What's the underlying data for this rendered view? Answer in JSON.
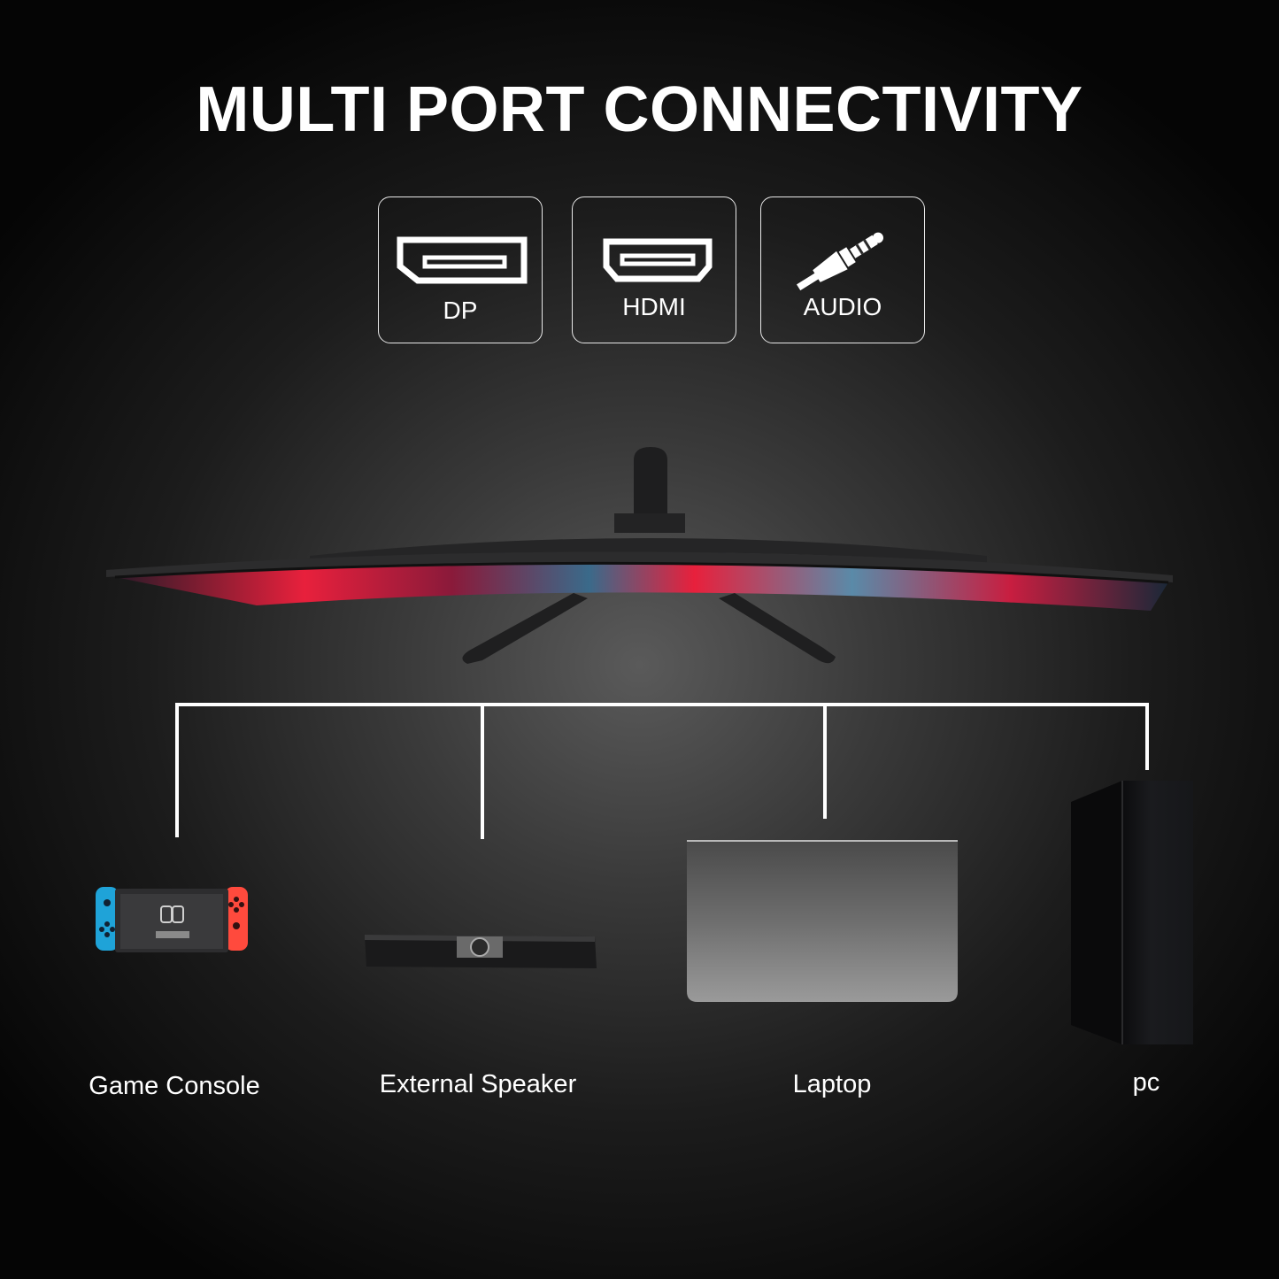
{
  "headline": "MULTI PORT CONNECTIVITY",
  "ports": [
    {
      "label": "DP",
      "icon": "displayport-icon"
    },
    {
      "label": "HDMI",
      "icon": "hdmi-icon"
    },
    {
      "label": "AUDIO",
      "icon": "audio-jack-icon"
    }
  ],
  "devices": [
    {
      "label": "Game Console",
      "icon": "game-console-icon"
    },
    {
      "label": "External Speaker",
      "icon": "speaker-icon"
    },
    {
      "label": "Laptop",
      "icon": "laptop-icon"
    },
    {
      "label": "pc",
      "icon": "pc-tower-icon"
    }
  ],
  "colors": {
    "background": "#050505",
    "text": "#ffffff",
    "connector_lines": "#ffffff",
    "console_joycon_left": "#1fa3d8",
    "console_joycon_right": "#ff4a3d",
    "screen_accent": "#e8203c"
  }
}
